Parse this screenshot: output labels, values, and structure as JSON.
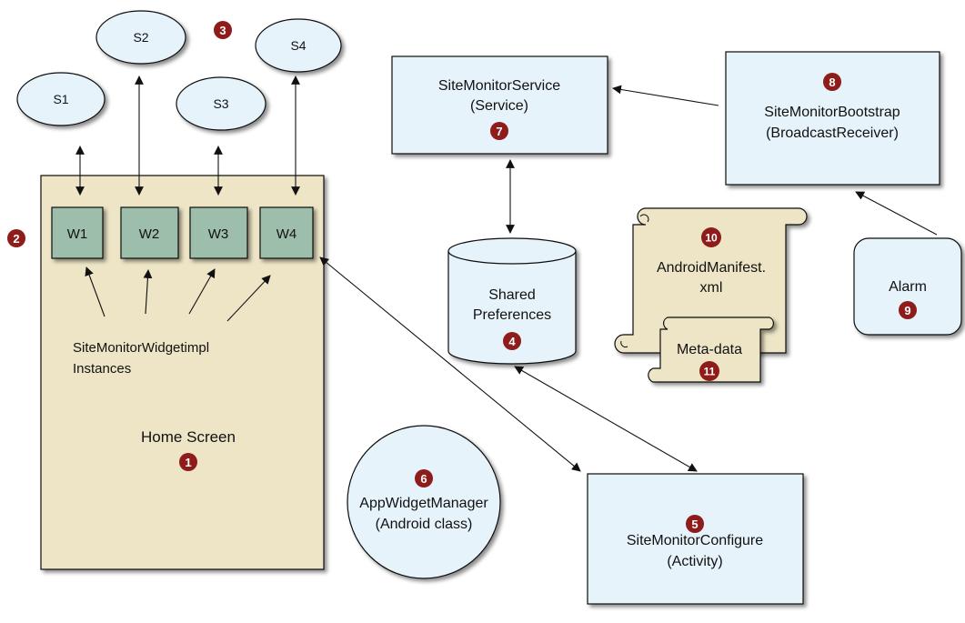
{
  "colors": {
    "box_fill": "#e7f3fb",
    "home_fill": "#ede5c6",
    "widget_fill": "#9dbeab",
    "scroll_fill": "#ede5c6",
    "badge": "#8e1c1b",
    "stroke": "#111111"
  },
  "servers": [
    "S1",
    "S2",
    "S3",
    "S4"
  ],
  "widgets": [
    "W1",
    "W2",
    "W3",
    "W4"
  ],
  "home_screen": {
    "instances_line1": "SiteMonitorWidgetimpl",
    "instances_line2": "Instances",
    "title": "Home Screen"
  },
  "service": {
    "line1": "SiteMonitorService",
    "line2": "(Service)"
  },
  "bootstrap": {
    "line1": "SiteMonitorBootstrap",
    "line2": "(BroadcastReceiver)"
  },
  "prefs": {
    "line1": "Shared",
    "line2": "Preferences"
  },
  "manifest": {
    "line1": "AndroidManifest.",
    "line2": "xml"
  },
  "metadata": {
    "label": "Meta-data"
  },
  "alarm": {
    "label": "Alarm"
  },
  "appwidget": {
    "line1": "AppWidgetManager",
    "line2": "(Android class)"
  },
  "configure": {
    "line1": "SiteMonitorConfigure",
    "line2": "(Activity)"
  },
  "badges": {
    "home": "1",
    "widgets": "2",
    "servers": "3",
    "prefs": "4",
    "configure": "5",
    "appwidget": "6",
    "service": "7",
    "bootstrap": "8",
    "alarm": "9",
    "manifest": "10",
    "metadata": "11"
  }
}
